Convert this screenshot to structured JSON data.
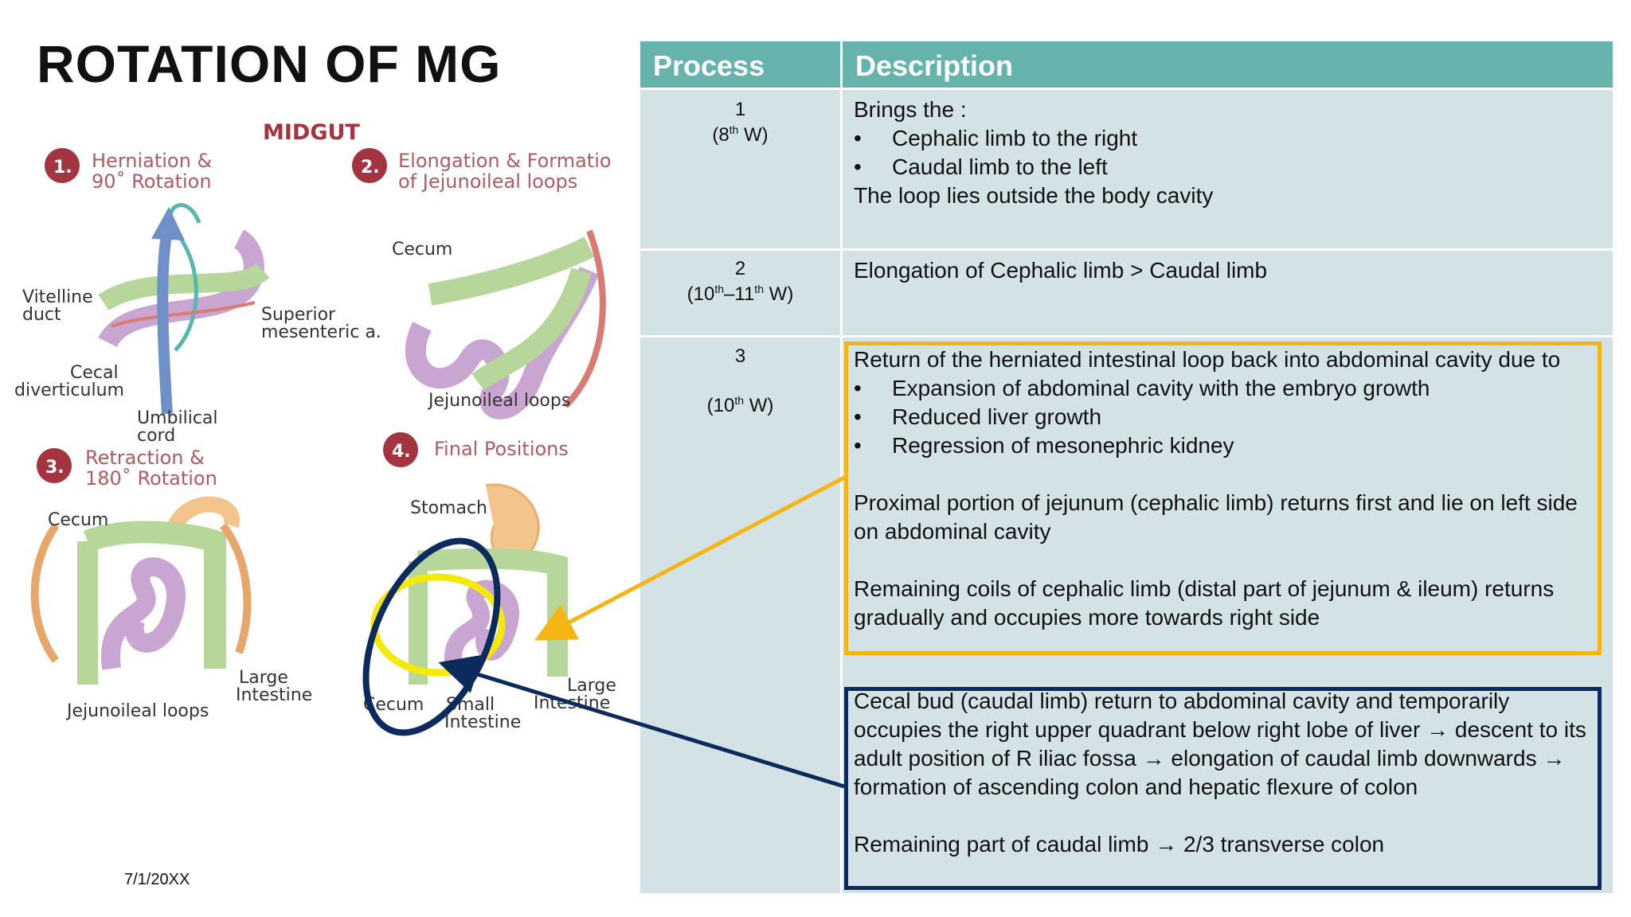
{
  "slide": {
    "title": "ROTATION OF MG",
    "date": "7/1/20XX"
  },
  "diagram": {
    "heading": "MIDGUT",
    "panels": [
      {
        "number": "1.",
        "line1": "Herniation &",
        "line2": "90˚ Rotation"
      },
      {
        "number": "2.",
        "line1": "Elongation & Formatio",
        "line2": "of Jejunoileal loops"
      },
      {
        "number": "3.",
        "line1": "Retraction &",
        "line2": "180˚ Rotation"
      },
      {
        "number": "4.",
        "line1": "Final Positions",
        "line2": ""
      }
    ],
    "labels": {
      "vitelline_1": "Vitelline",
      "vitelline_2": "duct",
      "superior_1": "Superior",
      "superior_2": "mesenteric a.",
      "cecal_1": "Cecal",
      "cecal_2": "diverticulum",
      "umbilical_1": "Umbilical",
      "umbilical_2": "cord",
      "cecum_p2": "Cecum",
      "jejuno_p2": "Jejunoileal loops",
      "cecum_p3": "Cecum",
      "large_p3_1": "Large",
      "large_p3_2": "Intestine",
      "jejuno_p3": "Jejunoileal loops",
      "stomach": "Stomach",
      "cecum_p4": "Cecum",
      "small_1": "Small",
      "small_2": "Intestine",
      "large_p4_1": "Large",
      "large_p4_2": "Intestine"
    },
    "colors": {
      "intestine_green": "#b7d69a",
      "loops_purple": "#c9a6d2",
      "stomach_orange": "#f3c48b",
      "arrow_blue": "#6f8fc9",
      "vessel_teal": "#56b6b0",
      "mesentery_red": "#d97b72",
      "badge_maroon": "#a4343f",
      "heading_maroon": "#a4343f"
    }
  },
  "table": {
    "headers": {
      "process": "Process",
      "description": "Description"
    },
    "header_color": "#66b3ac",
    "cell_color": "#d3e3e5",
    "rows": [
      {
        "num": "1",
        "week_pre": "(8",
        "week_sup": "th",
        "week_post": " W)",
        "intro": "Brings the :",
        "bullets": [
          "Cephalic limb to the right",
          "Caudal limb to the left"
        ],
        "outro": "The loop lies outside the body cavity"
      },
      {
        "num": "2",
        "week_pre": "(10",
        "week_sup": "th",
        "week_mid": "–11",
        "week_sup2": "th",
        "week_post": " W)",
        "text": "Elongation of Cephalic limb > Caudal limb"
      },
      {
        "num": "3",
        "week_pre": "(10",
        "week_sup": "th",
        "week_post": " W)",
        "intro": "Return of the herniated intestinal loop back into abdominal cavity due to",
        "bullets": [
          "Expansion of abdominal cavity with the embryo growth",
          "Reduced liver growth",
          "Regression of mesonephric kidney"
        ],
        "para1": "Proximal portion of jejunum (cephalic limb) returns first and lie on left side on abdominal cavity",
        "para2": "Remaining coils of cephalic limb (distal part of jejunum & ileum) returns gradually and occupies more towards right side",
        "cecal_para": "Cecal bud (caudal limb) return to abdominal cavity and temporarily occupies the right upper quadrant below right lobe of liver → descent to its adult position of R iliac fossa → elongation of caudal limb downwards → formation of ascending colon and hepatic flexure of colon",
        "caudal_para": "Remaining part of caudal limb → 2/3 transverse colon"
      }
    ]
  },
  "annotations": {
    "orange_color": "#f5b515",
    "navy_color": "#0d2a5e",
    "yellow_color": "#f2ea0a"
  }
}
